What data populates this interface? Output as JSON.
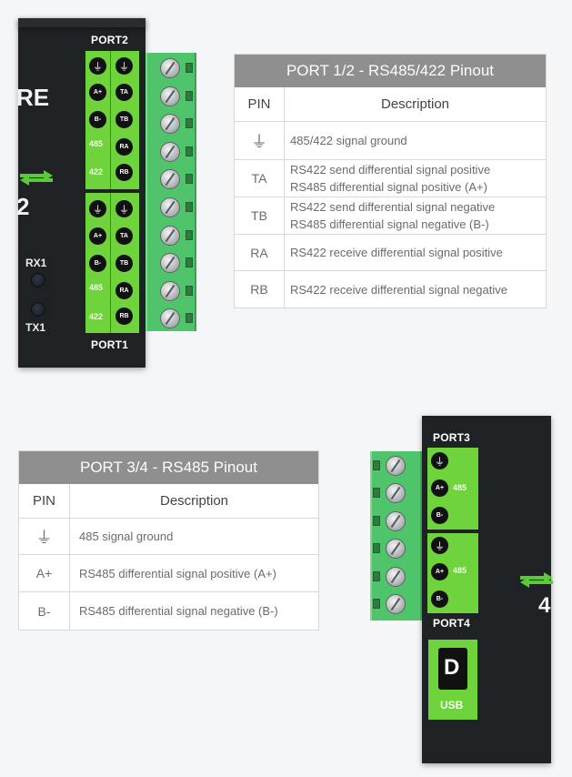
{
  "device_top": {
    "port_top_label": "PORT2",
    "port_bottom_label": "PORT1",
    "glyph_re": "RE",
    "glyph_2": "2",
    "led_rx": "RX1",
    "led_tx": "TX1",
    "group_a": {
      "pins": [
        "⏚",
        "A+",
        "B-",
        "485",
        "422"
      ],
      "right_pins": [
        "⏚",
        "TA",
        "TB",
        "RA",
        "RB"
      ]
    },
    "group_b": {
      "pins": [
        "⏚",
        "A+",
        "B-",
        "485",
        "422"
      ],
      "right_pins": [
        "⏚",
        "TA",
        "TB",
        "RA",
        "RB"
      ]
    }
  },
  "table_top": {
    "title": "PORT 1/2 - RS485/422 Pinout",
    "col_pin": "PIN",
    "col_desc": "Description",
    "rows": [
      {
        "pin": "⏚",
        "desc": [
          "485/422 signal ground"
        ]
      },
      {
        "pin": "TA",
        "desc": [
          "RS422 send differential signal positive",
          "RS485 differential signal positive (A+)"
        ]
      },
      {
        "pin": "TB",
        "desc": [
          "RS422 send differential signal negative",
          "RS485 differential signal negative (B-)"
        ]
      },
      {
        "pin": "RA",
        "desc": [
          "RS422 receive differential signal positive"
        ]
      },
      {
        "pin": "RB",
        "desc": [
          "RS422 receive differential signal negative"
        ]
      }
    ]
  },
  "table_bottom": {
    "title": "PORT 3/4 - RS485 Pinout",
    "col_pin": "PIN",
    "col_desc": "Description",
    "rows": [
      {
        "pin": "⏚",
        "desc": [
          "485 signal ground"
        ]
      },
      {
        "pin": "A+",
        "desc": [
          "RS485 differential signal positive (A+)"
        ]
      },
      {
        "pin": "B-",
        "desc": [
          "RS485 differential signal negative (B-)"
        ]
      }
    ]
  },
  "device_bottom": {
    "port_top_label": "PORT3",
    "port_bottom_label": "PORT4",
    "glyph_4": "4",
    "group_a": {
      "pins": [
        "⏚",
        "A+",
        "B-"
      ],
      "tag": "485"
    },
    "group_b": {
      "pins": [
        "⏚",
        "A+",
        "B-"
      ],
      "tag": "485"
    },
    "usb_glyph": "D",
    "usb_label": "USB"
  },
  "colors": {
    "device_body": "#1f2224",
    "label_green": "#6fd33c",
    "terminal_green": "#4fc46a",
    "table_header": "#8f8f8f",
    "page_bg": "#f5f6f7"
  }
}
